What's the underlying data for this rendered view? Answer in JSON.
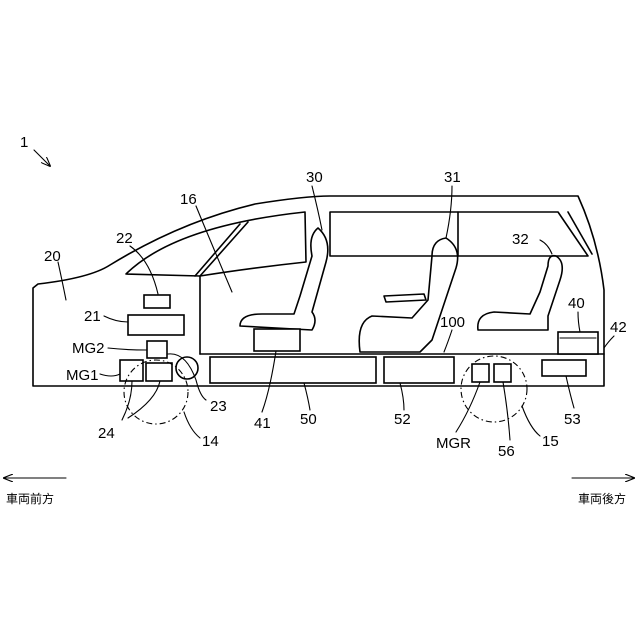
{
  "labels": {
    "vehicle": "1",
    "front_body": "20",
    "cabin": "16",
    "ecu_22": "22",
    "unit_21": "21",
    "mg2": "MG2",
    "mg1": "MG1",
    "engine_23": "23",
    "gear_24": "24",
    "front_axle": "14",
    "seat_30": "30",
    "seat_31": "31",
    "seat_32": "32",
    "floor_100": "100",
    "unit_40": "40",
    "unit_41": "41",
    "battery_50": "50",
    "unit_52": "52",
    "unit_53": "53",
    "frame_42": "42",
    "mgr": "MGR",
    "gear_56": "56",
    "rear_axle": "15"
  },
  "directions": {
    "front": "車両前方",
    "rear": "車両後方"
  }
}
